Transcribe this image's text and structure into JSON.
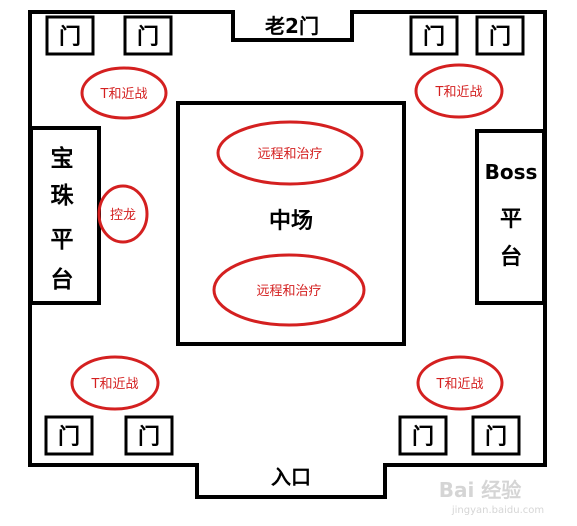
{
  "map": {
    "door_label": "门",
    "old_door_2": "老2门",
    "entrance": "入口",
    "center": "中场",
    "left_platform_chars": [
      "宝",
      "珠",
      "平",
      "台"
    ],
    "right_platform_lines": [
      "Boss",
      "平",
      "台"
    ]
  },
  "markers": {
    "tank_melee": "T和近战",
    "ranged_heal": "远程和治疗",
    "dragon_control": "控龙"
  },
  "watermark": {
    "text": "Bai 经验",
    "sub": "jingyan.baidu.com"
  },
  "colors": {
    "wall": "#000000",
    "marker": "#d42020"
  }
}
